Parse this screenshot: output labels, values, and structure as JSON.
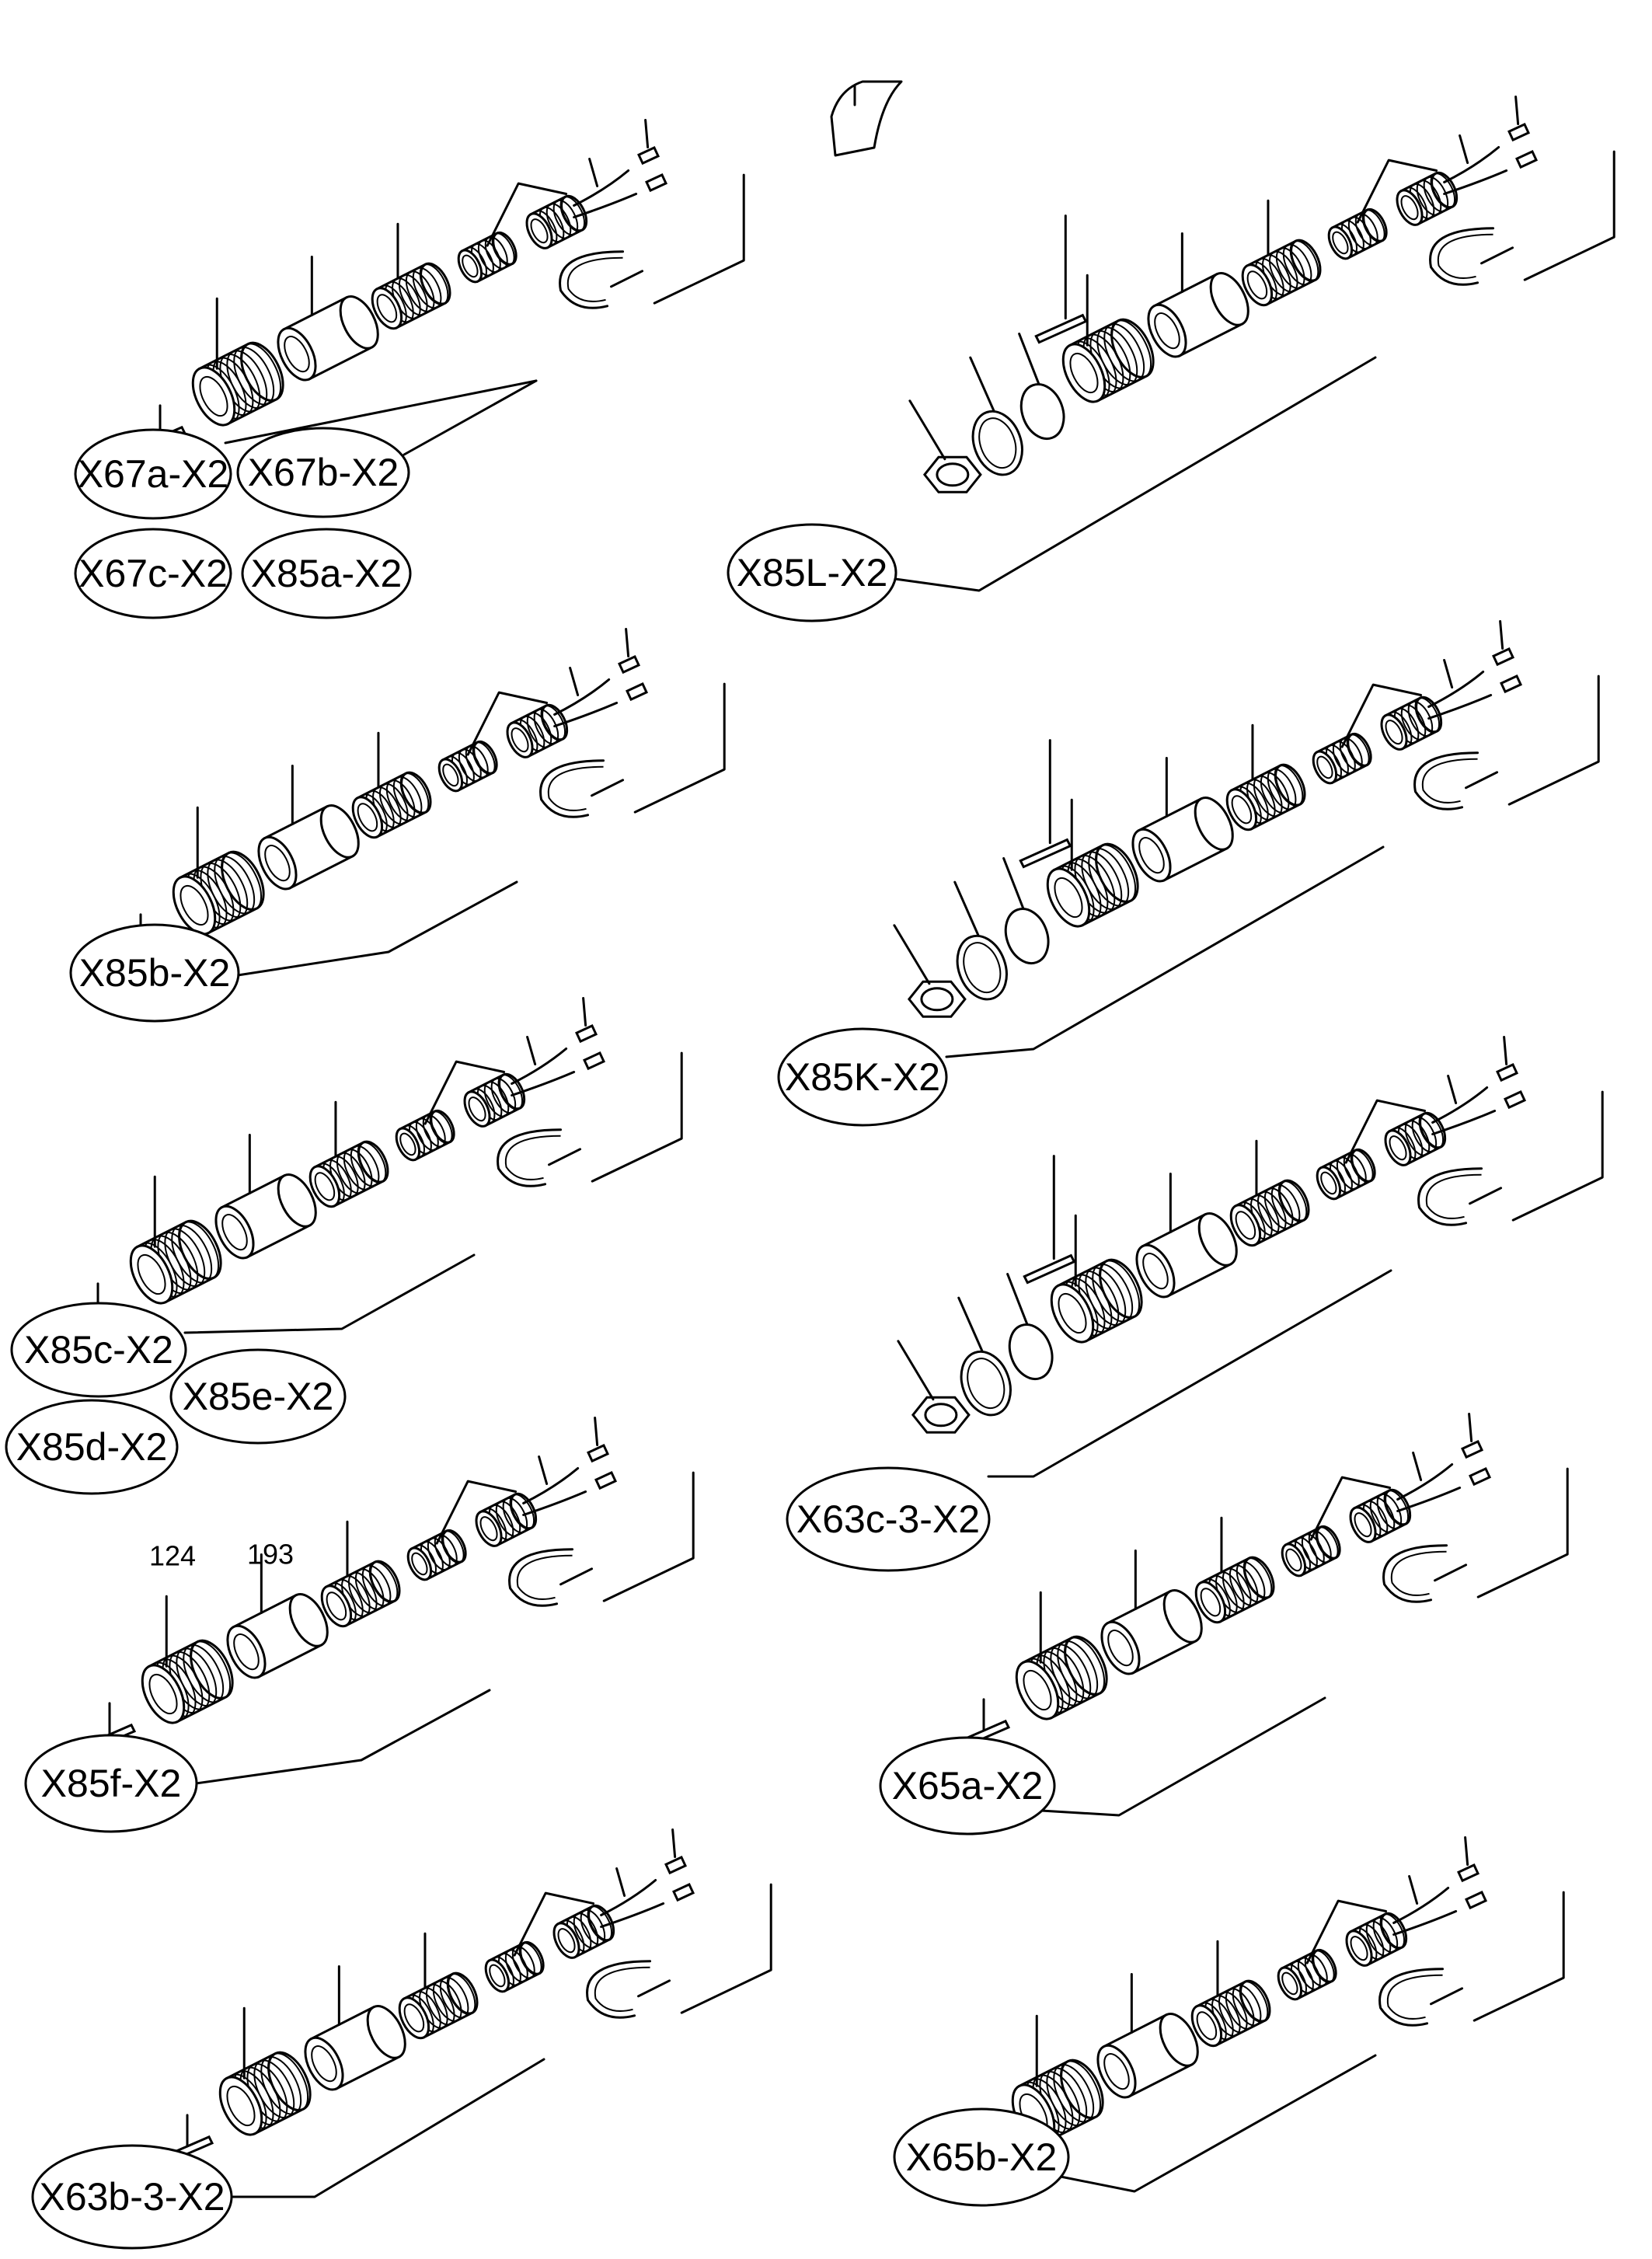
{
  "labels": [
    "X67a-X2",
    "X67b-X2",
    "X67c-X2",
    "X85a-X2",
    "X85L-X2",
    "X85b-X2",
    "X85K-X2",
    "X85c-X2",
    "X85e-X2",
    "X85d-X2",
    "X63c-3-X2",
    "X85f-X2",
    "X65a-X2",
    "X63b-3-X2",
    "X65b-X2"
  ],
  "part_numbers": [
    "124",
    "193"
  ]
}
